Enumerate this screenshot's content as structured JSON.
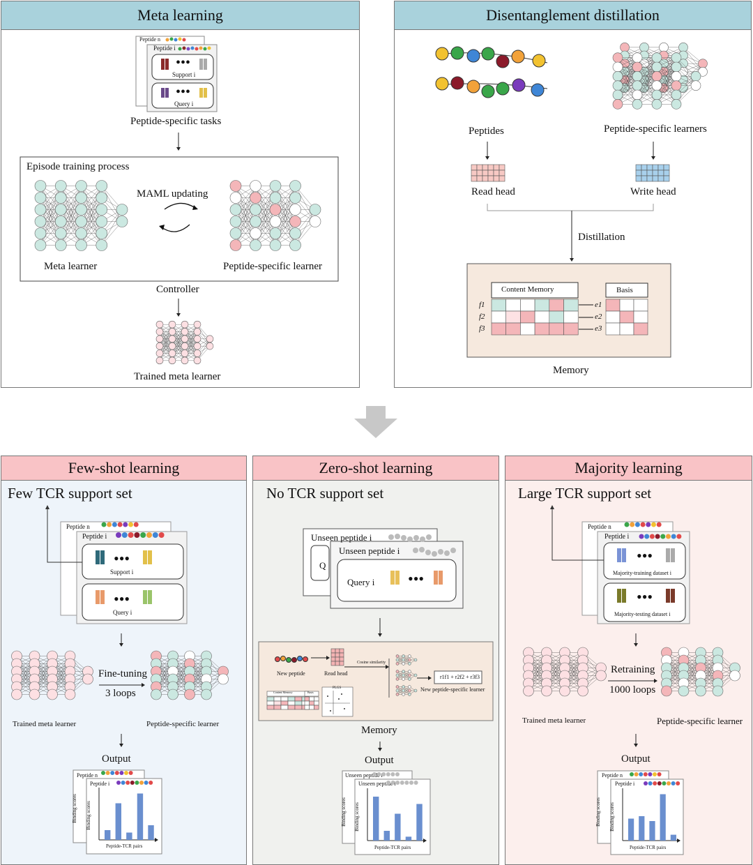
{
  "meta": {
    "title": "Meta learning",
    "tasks_caption": "Peptide-specific tasks",
    "card_back": "Peptide n",
    "card_front": "Peptide i",
    "support": "Support i",
    "query": "Query i",
    "episode_title": "Episode training process",
    "maml": "MAML updating",
    "meta_learner": "Meta learner",
    "peptide_learner": "Peptide-specific learner",
    "controller": "Controller",
    "trained": "Trained meta learner"
  },
  "distill": {
    "title": "Disentanglement distillation",
    "peptides": "Peptides",
    "learners": "Peptide-specific learners",
    "read_head": "Read head",
    "write_head": "Write head",
    "distillation": "Distillation",
    "content_memory": "Content Memory",
    "basis": "Basis",
    "f": [
      "f1",
      "f2",
      "f3"
    ],
    "e": [
      "e1",
      "e2",
      "e3"
    ],
    "memory": "Memory"
  },
  "fewshot": {
    "title": "Few-shot learning",
    "subtitle": "Few TCR support set",
    "card_back": "Peptide n",
    "card_front": "Peptide i",
    "support": "Support i",
    "query": "Query i",
    "finetune": "Fine-tuning",
    "loops": "3 loops",
    "trained": "Trained meta learner",
    "learner": "Peptide-specific learner",
    "output": "Output",
    "ylabel_back": "Binding scores",
    "ylabel": "Binding scores",
    "xlabel": "Peptide-TCR pairs",
    "bars": [
      0.2,
      0.75,
      0.15,
      0.95,
      0.3
    ]
  },
  "zeroshot": {
    "title": "Zero-shot learning",
    "subtitle": "No TCR support set",
    "unseen_back": "Unseen peptide i",
    "unseen_front": "Unseen peptide i",
    "q": "Q",
    "query": "Query i",
    "new_peptide": "New peptide",
    "read_head": "Read head",
    "cosine": "Cosine similarity",
    "formula": "r1f1 + r2f2 + r3f3",
    "new_learner": "New peptide-specific learner",
    "content_memory": "Content Memory",
    "basis": "Basis",
    "plot_label": "PLGS",
    "memory": "Memory",
    "output": "Output",
    "ylabel": "Binding scores",
    "xlabel": "Peptide-TCR pairs",
    "bars": [
      0.9,
      0.2,
      0.55,
      0.08,
      0.75
    ]
  },
  "majority": {
    "title": "Majority learning",
    "subtitle": "Large TCR support set",
    "card_back": "Peptide n",
    "card_front": "Peptide i",
    "train": "Majority-training dataset i",
    "test": "Majority-testing dataset i",
    "retraining": "Retraining",
    "loops": "1000 loops",
    "trained": "Trained meta learner",
    "learner": "Peptide-specific learner",
    "output": "Output",
    "ylabel": "Binding scores",
    "xlabel": "Peptide-TCR pairs",
    "bars": [
      0.45,
      0.5,
      0.4,
      0.95,
      0.12
    ]
  },
  "colors": {
    "blue_header": "#a9d2dc",
    "pink_header": "#f9c3c6",
    "few_bg": "#eef4fa",
    "zero_bg": "#f0f1ee",
    "major_bg": "#fcefed",
    "mem_bg": "#f6e9de",
    "teal": "#cbe8e1",
    "pink": "#f4b6b9",
    "bar": "#6a8fcf"
  }
}
